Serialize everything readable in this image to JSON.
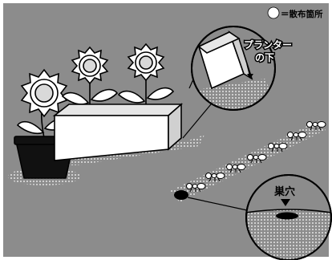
{
  "legend": {
    "dot_label": "＝散布箇所",
    "dot_icon": "spray-dot-icon"
  },
  "callouts": {
    "planter_under": {
      "line1": "プランター",
      "line2": "の下"
    },
    "nest": {
      "label": "巣穴"
    }
  },
  "colors": {
    "background": "#8c8c8c",
    "spray_dots": "#ffffff",
    "outline": "#000000",
    "planter": "#ffffff"
  }
}
